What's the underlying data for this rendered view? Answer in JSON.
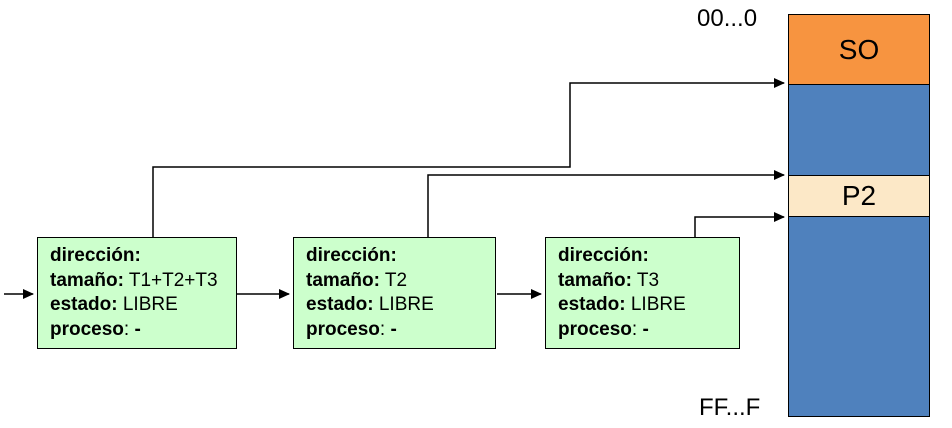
{
  "nodes": [
    {
      "name": "free-block-node-1",
      "lines": [
        [
          {
            "t": "dirección:",
            "b": true
          }
        ],
        [
          {
            "t": "tamaño:",
            "b": true
          },
          {
            "t": " T1+T2+T3",
            "b": false
          }
        ],
        [
          {
            "t": "estado:",
            "b": true
          },
          {
            "t": " LIBRE",
            "b": false
          }
        ],
        [
          {
            "t": "proceso",
            "b": true
          },
          {
            "t": ": ",
            "b": false
          },
          {
            "t": "-",
            "b": true
          }
        ]
      ]
    },
    {
      "name": "free-block-node-2",
      "lines": [
        [
          {
            "t": "dirección:",
            "b": true
          }
        ],
        [
          {
            "t": "tamaño:",
            "b": true
          },
          {
            "t": " T2",
            "b": false
          }
        ],
        [
          {
            "t": "estado:",
            "b": true
          },
          {
            "t": " LIBRE",
            "b": false
          }
        ],
        [
          {
            "t": "proceso",
            "b": true
          },
          {
            "t": ": ",
            "b": false
          },
          {
            "t": "-",
            "b": true
          }
        ]
      ]
    },
    {
      "name": "free-block-node-3",
      "lines": [
        [
          {
            "t": "dirección:",
            "b": true
          }
        ],
        [
          {
            "t": "tamaño:",
            "b": true
          },
          {
            "t": " T3",
            "b": false
          }
        ],
        [
          {
            "t": "estado:",
            "b": true
          },
          {
            "t": " LIBRE",
            "b": false
          }
        ],
        [
          {
            "t": "proceso",
            "b": true
          },
          {
            "t": ": ",
            "b": false
          },
          {
            "t": "-",
            "b": true
          }
        ]
      ]
    }
  ],
  "memory": {
    "top_label": "00...0",
    "bottom_label": "FF...F",
    "segments": [
      {
        "label": "SO",
        "color": "#F79440",
        "height": 69
      },
      {
        "label": "",
        "color": "#4F81BD",
        "height": 91
      },
      {
        "label": "P2",
        "color": "#FCE8C7",
        "height": 41
      },
      {
        "label": "",
        "color": "#4F81BD",
        "height": 199
      }
    ]
  },
  "colors": {
    "node_fill": "#CCFFCC",
    "memory_orange": "#F79440",
    "memory_blue": "#4F81BD",
    "memory_cream": "#FCE8C7",
    "line": "#000000"
  }
}
